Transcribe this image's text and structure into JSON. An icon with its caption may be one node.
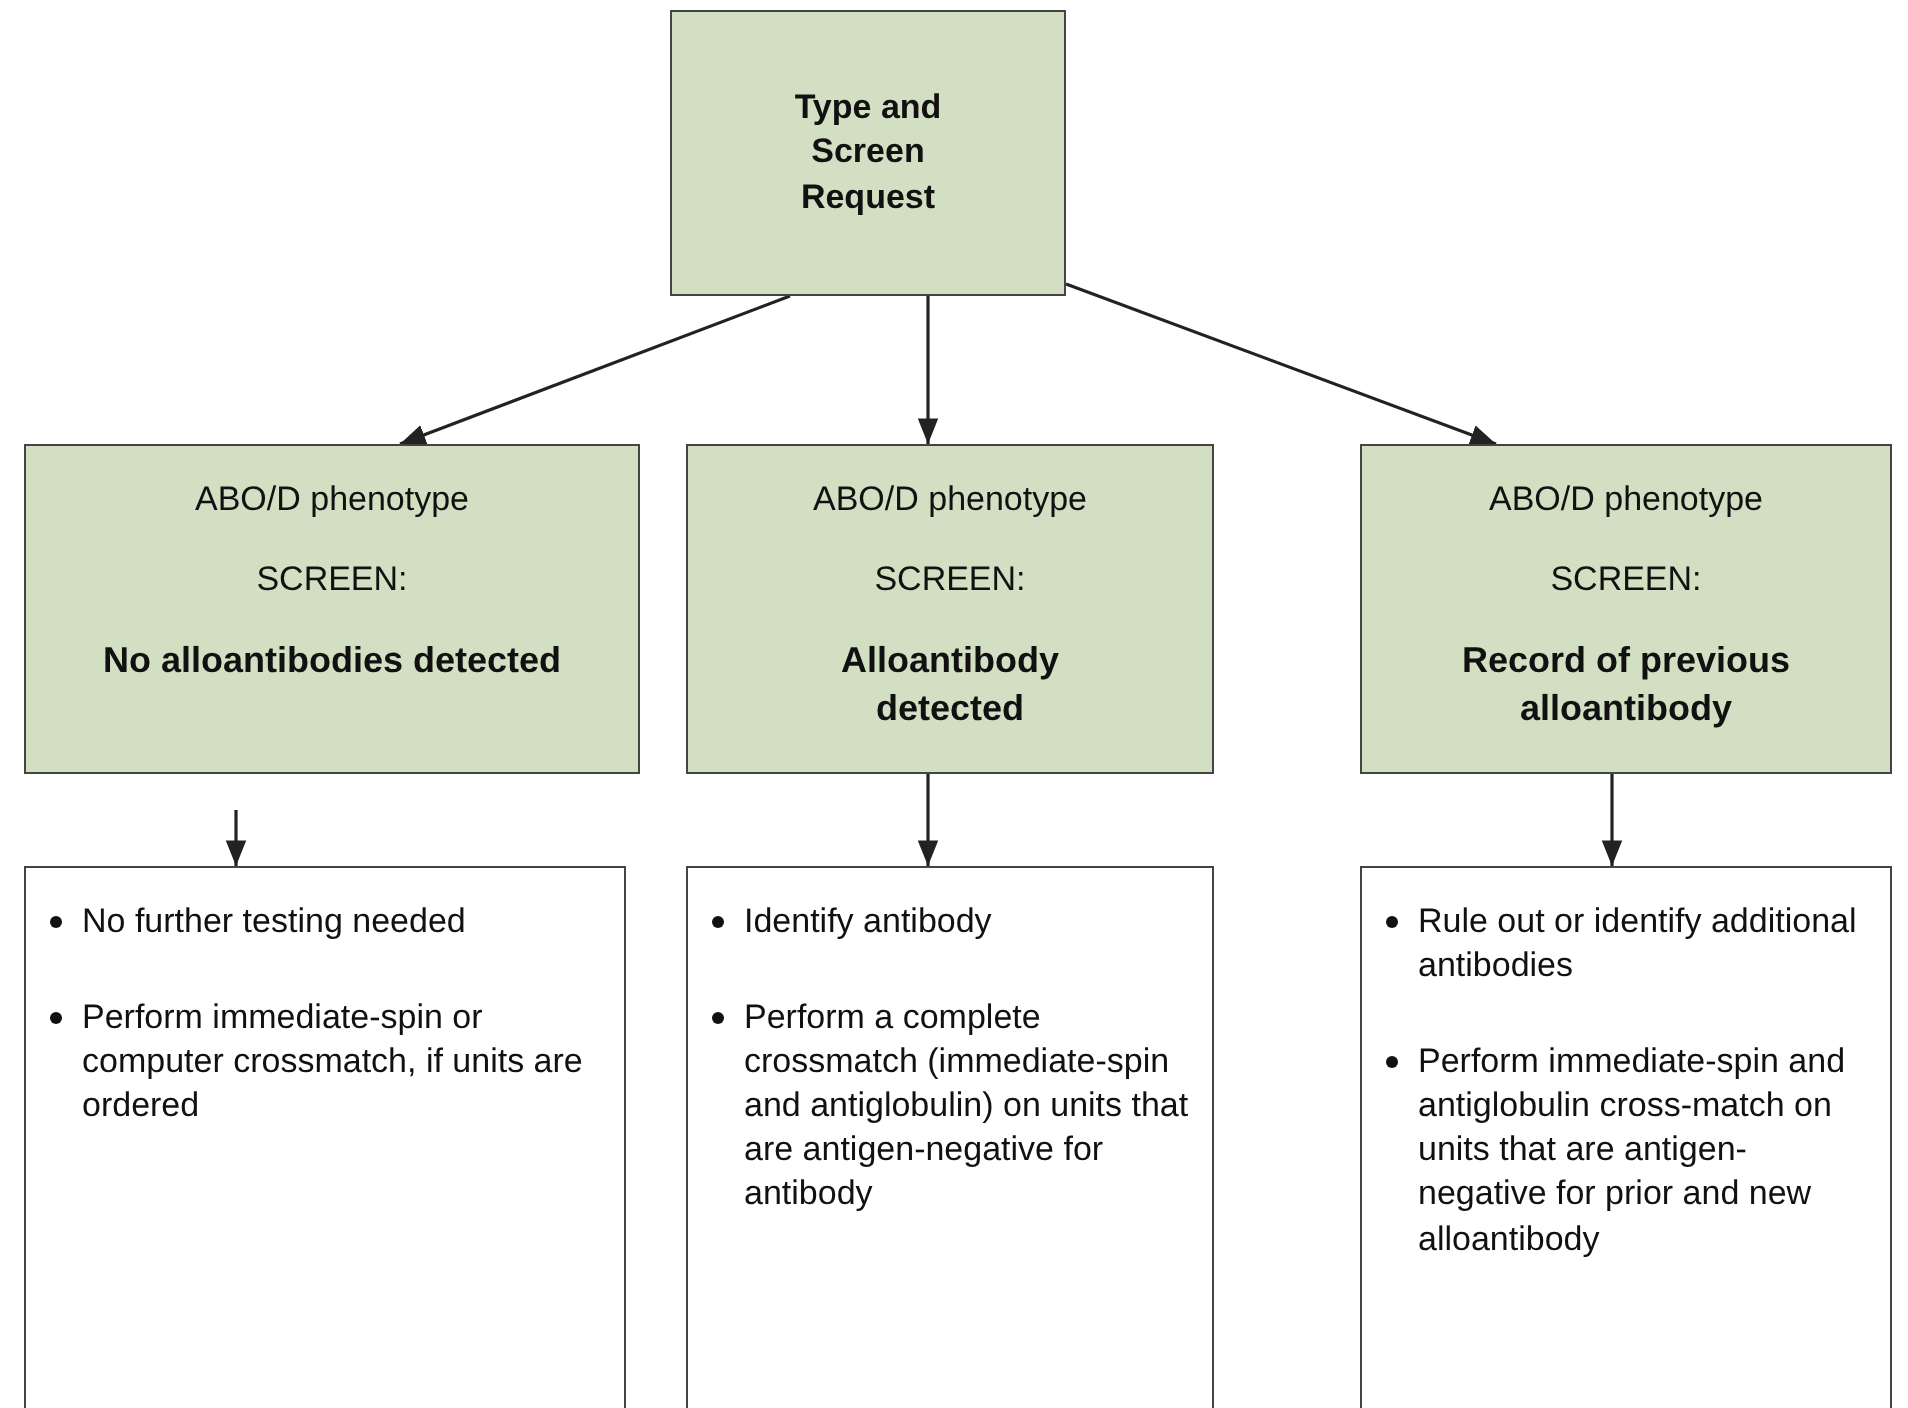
{
  "diagram": {
    "nodes": [
      {
        "text": [
          "Type and Screen Request"
        ]
      },
      {
        "text": [
          "ABO/D phenotype",
          "SCREEN:",
          "No alloantibodies detected"
        ]
      },
      {
        "text": [
          "ABO/D phenotype",
          "SCREEN:",
          "Alloantibody detected"
        ]
      },
      {
        "text": [
          "ABO/D phenotype",
          "SCREEN:",
          "Record of previous alloantibody"
        ]
      },
      {
        "text": [
          "No further testing needed",
          "Perform immediate-spin or computer crossmatch, if units are ordered"
        ]
      },
      {
        "text": [
          "Identify antibody",
          "Perform a complete crossmatch (immediate-spin and antiglobulin) on units that are antigen-negative for antibody"
        ]
      },
      {
        "text": [
          "Rule out or identify additional antibodies",
          "Perform immediate-spin and antiglobulin cross-match on units that are antigen-negative for prior and new alloantibody"
        ]
      }
    ],
    "edges": [
      {
        "from": 0,
        "to": 1,
        "arrow": "to"
      },
      {
        "from": 0,
        "to": 2,
        "arrow": "to"
      },
      {
        "from": 0,
        "to": 3,
        "arrow": "to"
      },
      {
        "from": 1,
        "to": 4,
        "arrow": "to"
      },
      {
        "from": 2,
        "to": 5,
        "arrow": "to"
      },
      {
        "from": 3,
        "to": 6,
        "arrow": "to"
      }
    ]
  }
}
